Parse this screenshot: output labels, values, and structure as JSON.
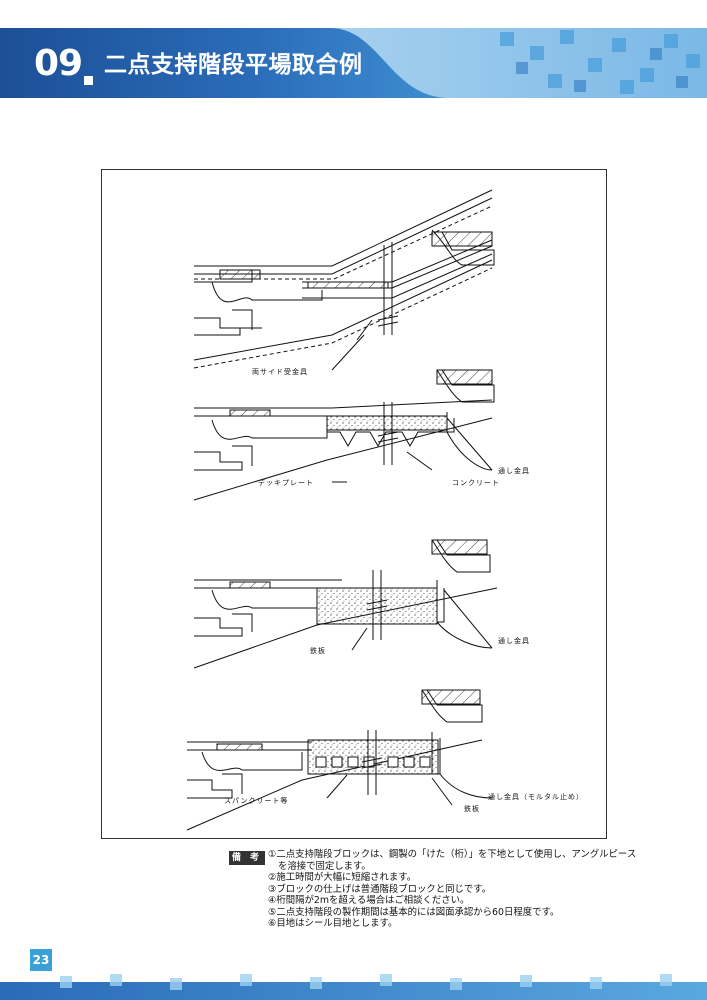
{
  "header": {
    "chapter_number": "09",
    "title": "二点支持階段平場取合例",
    "band_color": "#1c4f96",
    "accent_color": "#3aa0d8"
  },
  "drawing": {
    "labels": {
      "both_side_bracket": "両サイド受金具",
      "deck_plate": "デッキプレート",
      "concrete": "コンクリート",
      "through_bracket_1": "通し金具",
      "steel_plate_1": "鉄板",
      "through_bracket_2": "通し金具",
      "spancrete": "スパンクリート等",
      "through_bracket_mortar": "通し金具（モルタル止め）",
      "steel_plate_2": "鉄板"
    }
  },
  "remarks": {
    "badge": "備 考",
    "lines": [
      "①二点支持階段ブロックは、鋼製の「けた（桁）」を下地として使用し、アングルピース",
      "を溶接で固定します。",
      "②施工時間が大幅に短縮されます。",
      "③ブロックの仕上げは普通階段ブロックと同じです。",
      "④桁間隔が2mを超える場合はご相談ください。",
      "⑤二点支持階段の製作期間は基本的には図面承認から60日程度です。",
      "⑥目地はシール目地とします。"
    ]
  },
  "page_number": "23"
}
